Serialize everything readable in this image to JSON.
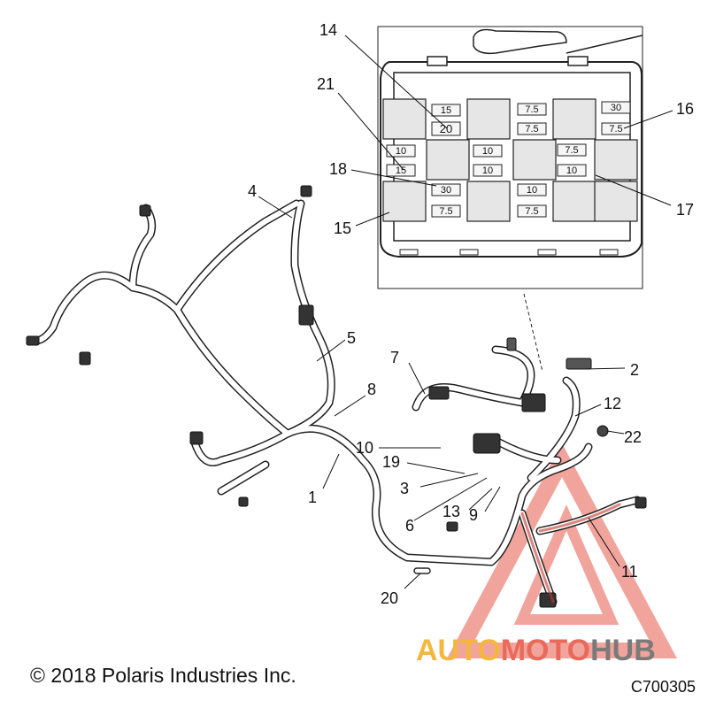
{
  "callouts": {
    "c1": "1",
    "c2": "2",
    "c3": "3",
    "c4": "4",
    "c5": "5",
    "c6": "6",
    "c7": "7",
    "c8": "8",
    "c9": "9",
    "c10": "10",
    "c11": "11",
    "c12": "12",
    "c13": "13",
    "c14": "14",
    "c15": "15",
    "c16": "16",
    "c17": "17",
    "c18": "18",
    "c19": "19",
    "c20": "20",
    "c21": "21",
    "c22": "22"
  },
  "fuses": {
    "f15": "15",
    "f20": "20",
    "f75a": "7.5",
    "f75b": "7.5",
    "f30a": "30",
    "f75c": "7.5",
    "f10a": "10",
    "f15b": "15",
    "f10b": "10",
    "f10c": "10",
    "f75d": "7.5",
    "f10d": "10",
    "f30b": "30",
    "f75e": "7.5",
    "f10e": "10",
    "f75f": "7.5"
  },
  "footer": {
    "copyright": "© 2018 Polaris Industries Inc.",
    "figure_id": "C700305"
  },
  "watermark": {
    "part1": "AUTO",
    "part2": "MOTO",
    "part3": "HUB"
  },
  "colors": {
    "watermark_yellow": "#f4b63f",
    "watermark_red": "#e96a5a",
    "watermark_gray": "#7a7a7a"
  }
}
